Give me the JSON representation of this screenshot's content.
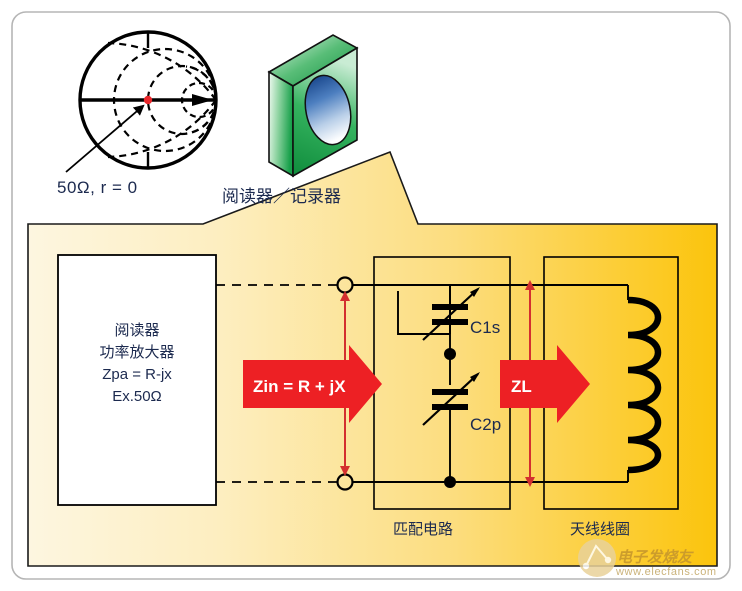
{
  "figure": {
    "title_present": false,
    "background_color": "#ffffff",
    "frame_color": "#b5b5b5"
  },
  "smith_chart": {
    "name": "smith-chart",
    "center_point_color": "#e8262a",
    "label": "50Ω, r = 0",
    "grid_style": "dashed",
    "outline_color": "#000000"
  },
  "reader_device": {
    "name": "reader-writer-device",
    "label": "阅读器／记录器",
    "body_color_light": "#e9f6ec",
    "body_color_dark": "#149a45",
    "coil_color_top": "#1f4e9c",
    "coil_color_bottom": "#ffffff"
  },
  "panel": {
    "name": "callout-panel",
    "fill_left": "#fdf3d6",
    "fill_right": "#fcc917",
    "border_color": "#111111"
  },
  "power_amplifier": {
    "name": "power-amplifier-block",
    "lines": [
      "阅读器",
      "功率放大器",
      "Zpa = R-jx",
      "Ex.50Ω"
    ],
    "fill": "#ffffff",
    "border_color": "#000000"
  },
  "impedance_arrows": [
    {
      "name": "zin-arrow",
      "label": "Zin = R + jX",
      "color": "#ed2024",
      "text_color": "#ffffff"
    },
    {
      "name": "zl-arrow",
      "label": "ZL",
      "color": "#ed2024",
      "text_color": "#ffffff"
    }
  ],
  "measure_arrows": [
    {
      "name": "zin-span-arrow",
      "color": "#d32f2f",
      "orientation": "vertical-double"
    },
    {
      "name": "zl-span-arrow",
      "color": "#d32f2f",
      "orientation": "vertical-double"
    }
  ],
  "matching_circuit": {
    "name": "matching-circuit-block",
    "caption": "匹配电路",
    "components": [
      {
        "name": "capacitor-c1s",
        "label": "C1s",
        "type": "variable-capacitor"
      },
      {
        "name": "capacitor-c2p",
        "label": "C2p",
        "type": "variable-capacitor"
      }
    ]
  },
  "antenna_coil": {
    "name": "antenna-coil-block",
    "caption": "天线线圈",
    "turns": 5,
    "color": "#000000"
  },
  "terminals": [
    {
      "name": "terminal-top",
      "shape": "open-circle"
    },
    {
      "name": "terminal-bottom",
      "shape": "open-circle"
    }
  ],
  "watermark": {
    "name": "watermark",
    "text_cn": "电子发烧友",
    "text_url": "www.elecfans.com",
    "logo_color": "#e3c56a"
  }
}
